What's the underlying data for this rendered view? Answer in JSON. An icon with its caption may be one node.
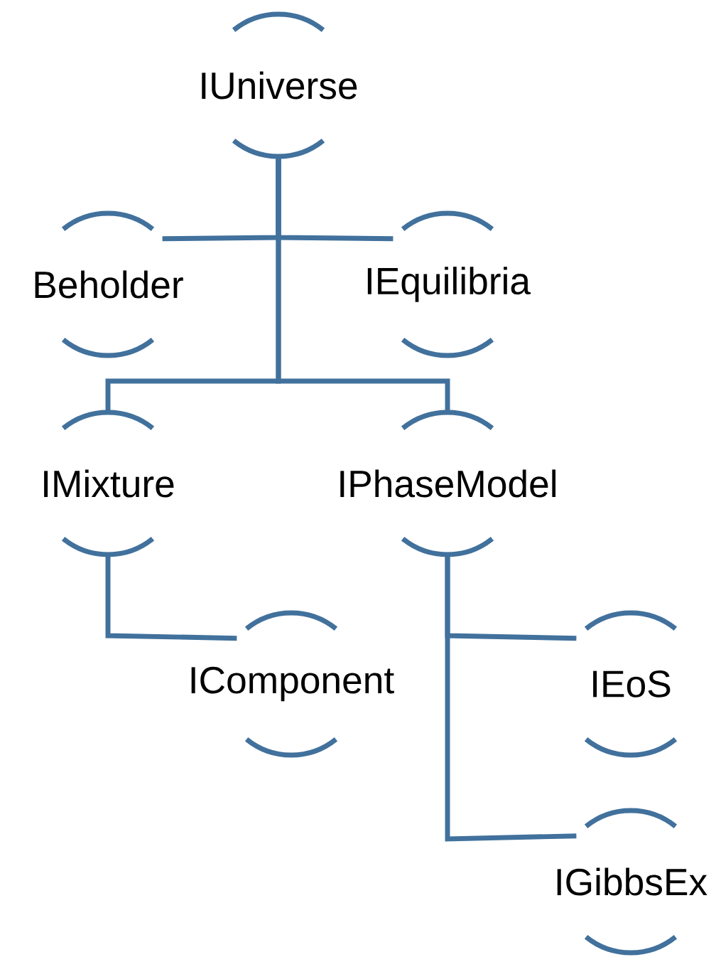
{
  "diagram": {
    "nodes": [
      {
        "text": [
          "IUniverse"
        ]
      },
      {
        "text": [
          "Beholder"
        ]
      },
      {
        "text": [
          "IEquilibria"
        ]
      },
      {
        "text": [
          "IMixture"
        ]
      },
      {
        "text": [
          "IPhaseModel"
        ]
      },
      {
        "text": [
          "IComponent"
        ]
      },
      {
        "text": [
          "IEoS"
        ]
      },
      {
        "text": [
          "IGibbsEx"
        ]
      }
    ],
    "edges": [
      {
        "from": 0,
        "to": 1,
        "arrow": "none"
      },
      {
        "from": 0,
        "to": 2,
        "arrow": "none"
      },
      {
        "from": 0,
        "to": 3,
        "arrow": "none"
      },
      {
        "from": 0,
        "to": 4,
        "arrow": "none"
      },
      {
        "from": 3,
        "to": 5,
        "arrow": "none"
      },
      {
        "from": 4,
        "to": 6,
        "arrow": "none"
      },
      {
        "from": 4,
        "to": 7,
        "arrow": "none"
      }
    ]
  }
}
